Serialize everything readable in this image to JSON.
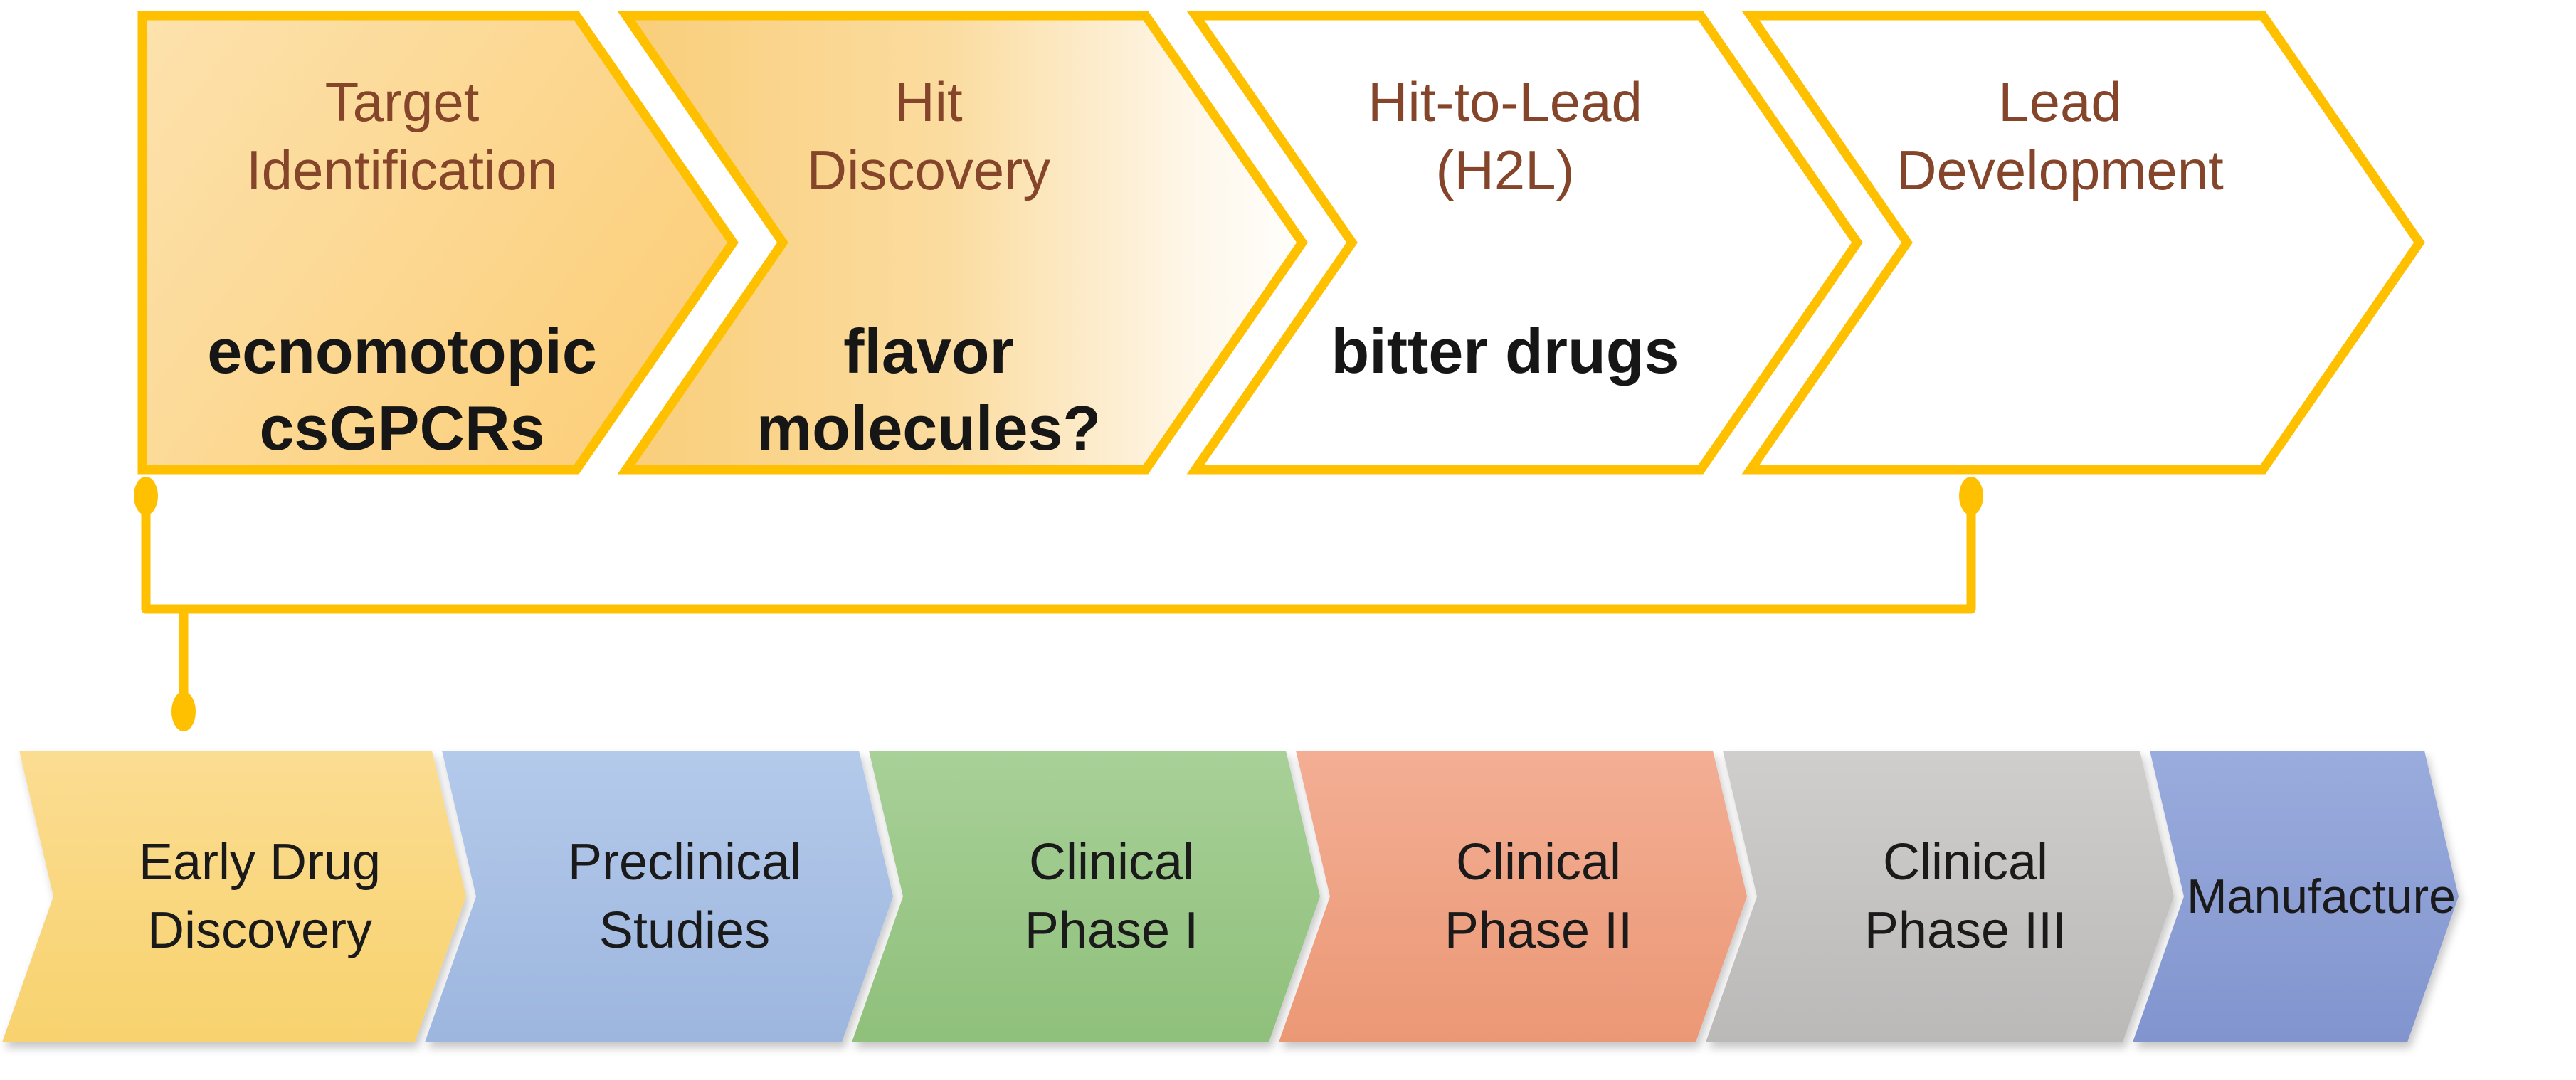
{
  "diagram": {
    "title_semantics": "drug discovery pipeline flow diagram",
    "top_row": {
      "border_color": "#FFC000",
      "title_text_color": "#84452A",
      "annotation_text_color": "#161616",
      "stages": [
        {
          "title": "Target\nIdentification",
          "subtitle": "ecnomotopic\ncsGPCRs",
          "fill_style": "solid-orange-gradient",
          "fill_from": "#FDE2AD",
          "fill_to": "#FBCC73"
        },
        {
          "title": "Hit\nDiscovery",
          "subtitle": "flavor\nmolecules?",
          "fill_style": "orange-fade-to-white",
          "fill_from": "#F9CE7A",
          "fill_to": "#FFFFFF"
        },
        {
          "title": "Hit-to-Lead\n(H2L)",
          "subtitle": "bitter drugs",
          "fill_style": "white",
          "fill_from": "#FFFFFF",
          "fill_to": "#FFFFFF"
        },
        {
          "title": "Lead\nDevelopment",
          "subtitle": "",
          "fill_style": "white",
          "fill_from": "#FFFFFF",
          "fill_to": "#FFFFFF"
        }
      ]
    },
    "connector": {
      "color": "#FFC000",
      "meaning": "top pipeline stages bracket down to Early Drug Discovery phase",
      "endpoint_dots": 3
    },
    "bottom_row": {
      "label_text_color": "#1A1A1A",
      "stages": [
        {
          "label": "Early Drug\nDiscovery",
          "color_top": "#FBDD92",
          "color_bottom": "#F8D26E"
        },
        {
          "label": "Preclinical\nStudies",
          "color_top": "#B4CAEB",
          "color_bottom": "#9DB6DE"
        },
        {
          "label": "Clinical\nPhase I",
          "color_top": "#A8D098",
          "color_bottom": "#8FC07B"
        },
        {
          "label": "Clinical\nPhase II",
          "color_top": "#F3AE94",
          "color_bottom": "#EB9875"
        },
        {
          "label": "Clinical\nPhase III",
          "color_top": "#CFCECD",
          "color_bottom": "#BAB9B8"
        },
        {
          "label": "Manufacture",
          "color_top": "#9AACDD",
          "color_bottom": "#8194CE"
        }
      ]
    }
  }
}
